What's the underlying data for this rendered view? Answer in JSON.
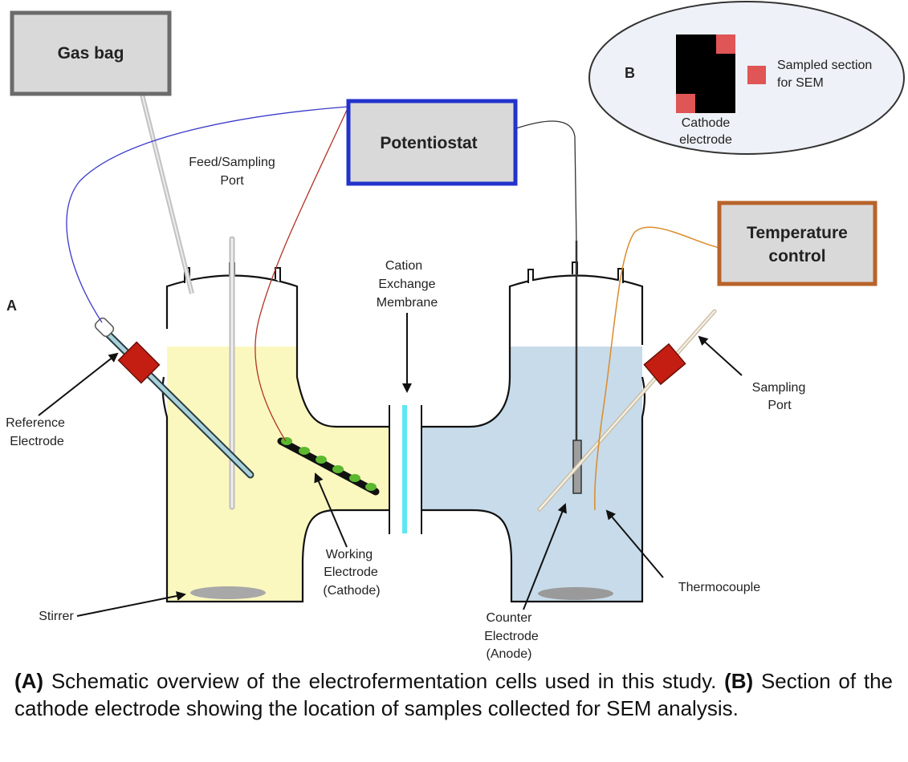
{
  "labels": {
    "gas_bag": "Gas bag",
    "potentiostat": "Potentiostat",
    "temperature_control_line1": "Temperature",
    "temperature_control_line2": "control",
    "panel_a": "A",
    "panel_b": "B",
    "feed_port_line1": "Feed/Sampling",
    "feed_port_line2": "Port",
    "membrane_line1": "Cation",
    "membrane_line2": "Exchange",
    "membrane_line3": "Membrane",
    "reference_line1": "Reference",
    "reference_line2": "Electrode",
    "working_line1": "Working",
    "working_line2": "Electrode",
    "working_line3": "(Cathode)",
    "stirrer": "Stirrer",
    "counter_line1": "Counter",
    "counter_line2": "Electrode",
    "counter_line3": "(Anode)",
    "thermocouple": "Thermocouple",
    "sampling_line1": "Sampling",
    "sampling_line2": "Port",
    "inset_cathode_line1": "Cathode",
    "inset_cathode_line2": "electrode",
    "inset_sampled_line1": "Sampled section",
    "inset_sampled_line2": "for SEM"
  },
  "caption": {
    "a_tag": "(A)",
    "a_text": " Schematic overview of the electrofermentation cells used in this study. ",
    "b_tag": "(B)",
    "b_text": " Section of the cathode electrode showing the location of samples collected for SEM analysis."
  },
  "colors": {
    "catholyte": "#fbf8bf",
    "anolyte": "#c7dbea",
    "box_fill": "#d9d9d9",
    "gas_bag_border": "#6b6b6b",
    "potentiostat_border": "#2233cc",
    "temperature_border": "#b8632a",
    "clamp": "#c41e12",
    "membrane": "#5ee7f2",
    "biofilm": "#5cb82e",
    "sem_sample": "#e05555"
  }
}
